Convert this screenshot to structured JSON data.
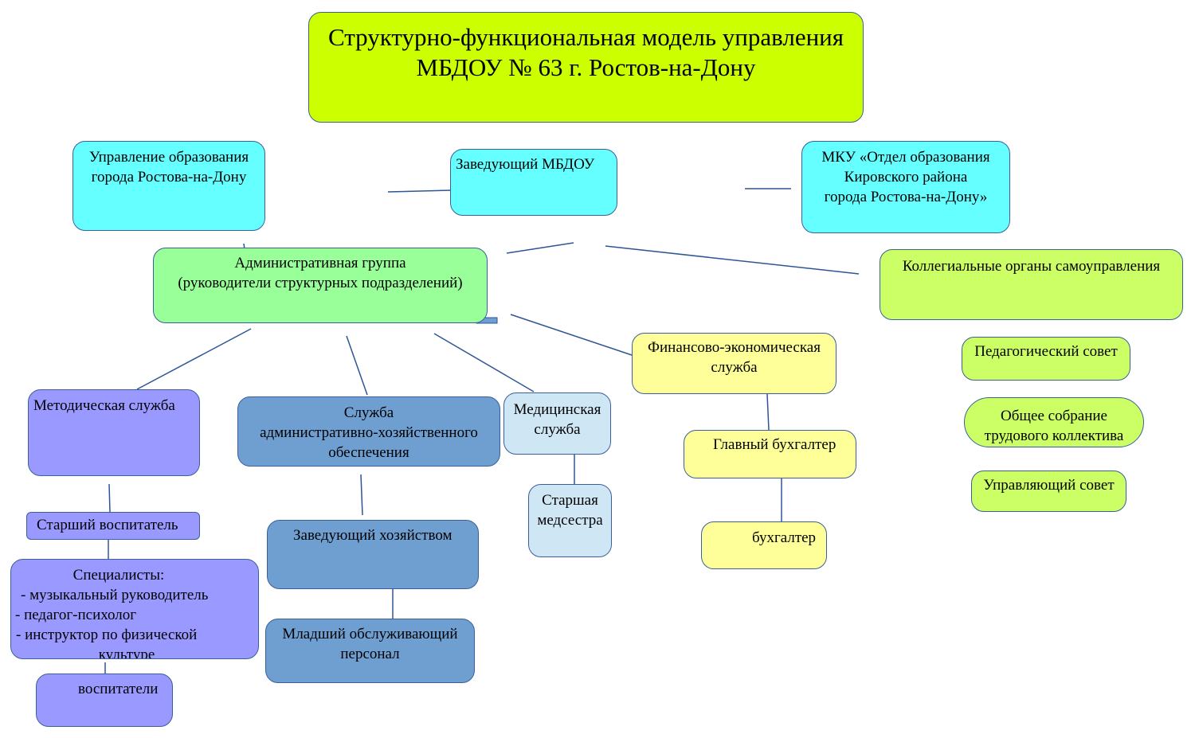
{
  "colors": {
    "title": "#ccff00",
    "cyan": "#66ffff",
    "green": "#99ff99",
    "lightgreen": "#ccff66",
    "purple": "#9999ff",
    "steel": "#6f9fd0",
    "lightblue": "#cfe7f5",
    "yellow": "#ffff99",
    "line": "#2e5596"
  },
  "title": {
    "line1": "Структурно-функциональная модель управления",
    "line2": "МБДОУ № 63 г. Ростов-на-Дону"
  },
  "nodes": {
    "upr_obr": [
      "Управление образования",
      "города Ростова-на-Дону"
    ],
    "head": [
      "Заведующий МБДОУ"
    ],
    "mku": [
      "МКУ  «Отдел образования",
      "Кировского района",
      "города Ростова-на-Дону»"
    ],
    "admin": [
      "Административная группа",
      "(руководители структурных подразделений)"
    ],
    "collegial": [
      "Коллегиальные органы самоуправления"
    ],
    "ped_council": [
      "Педагогический совет"
    ],
    "general_meeting": [
      "Общее собрание",
      "трудового коллектива"
    ],
    "managing_council": [
      "Управляющий совет"
    ],
    "finance": [
      "Финансово-экономическая",
      "служба"
    ],
    "chief_accountant": [
      "Главный бухгалтер"
    ],
    "accountant": [
      "бухгалтер"
    ],
    "medical": [
      "Медицинская",
      "служба"
    ],
    "nurse": [
      "Старшая",
      "медсестра"
    ],
    "ahs": [
      "Служба",
      "административно-хозяйственного",
      "обеспечения"
    ],
    "supply_head": [
      "Заведующий хозяйством"
    ],
    "junior_staff": [
      "Младший обслуживающий",
      "персонал"
    ],
    "method": [
      "Методическая служба"
    ],
    "senior_teacher": [
      "Старший воспитатель"
    ],
    "specialists": [
      "Специалисты:",
      "-      музыкальный руководитель",
      "-          педагог-психолог",
      "-    инструктор по физической",
      "культуре"
    ],
    "teachers": [
      "воспитатели"
    ]
  }
}
